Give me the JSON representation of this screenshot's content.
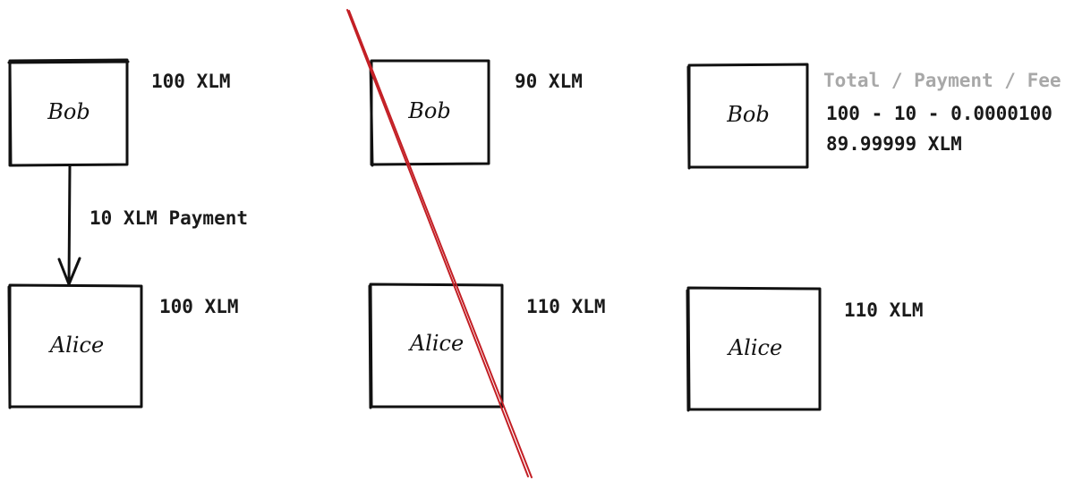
{
  "colors": {
    "ink": "#111111",
    "strike": "#c31f25",
    "muted_label": "#a8a8a8"
  },
  "panels": [
    {
      "sender": {
        "name": "Bob",
        "balance": "100 XLM"
      },
      "receiver": {
        "name": "Alice",
        "balance": "100 XLM"
      },
      "transfer_label": "10 XLM Payment"
    },
    {
      "sender": {
        "name": "Bob",
        "balance": "90 XLM"
      },
      "receiver": {
        "name": "Alice",
        "balance": "110 XLM"
      },
      "struck_through": true
    },
    {
      "sender": {
        "name": "Bob"
      },
      "receiver": {
        "name": "Alice",
        "balance": "110 XLM"
      },
      "formula_header": "Total / Payment / Fee",
      "formula": "100 - 10 - 0.0000100",
      "result": "89.99999 XLM"
    }
  ]
}
